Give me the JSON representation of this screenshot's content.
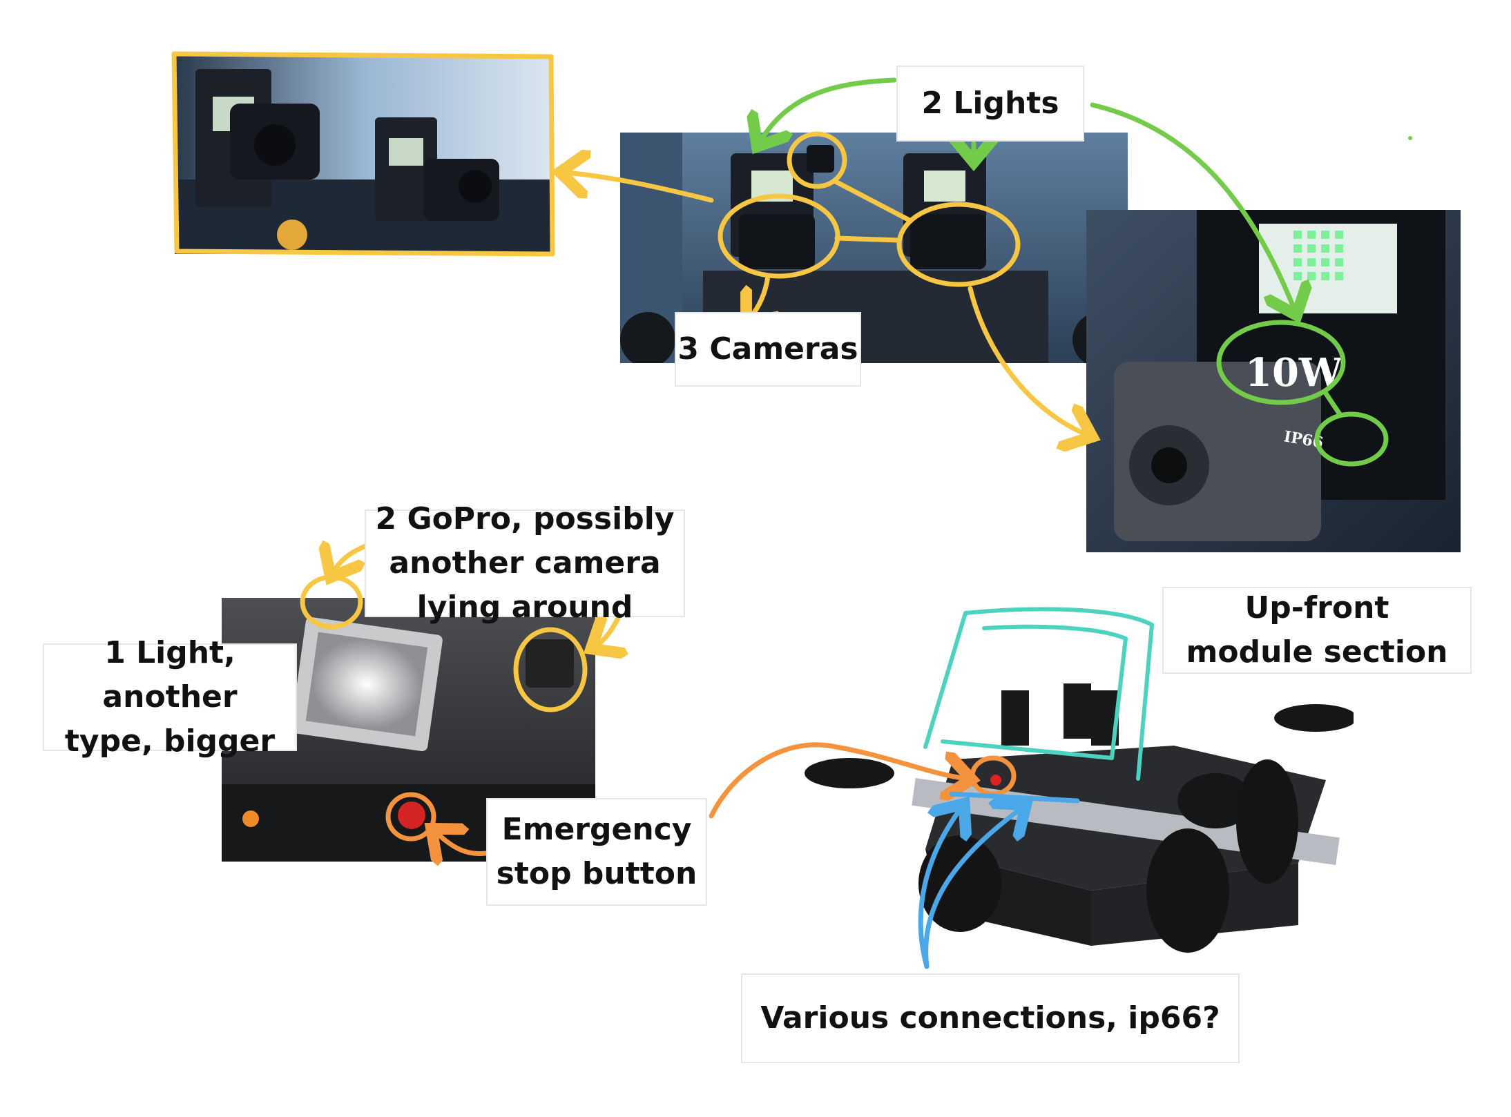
{
  "labels": {
    "lights": "2 Lights",
    "cameras": "3 Cameras",
    "gopro": "2 GoPro, possibly\nanother camera\nlying around",
    "light_bigger": "1 Light, another\ntype, bigger",
    "emergency": "Emergency\nstop button",
    "upfront": "Up-front\nmodule section",
    "connections": "Various connections, ip66?"
  },
  "photo_text": {
    "wattage": "10W",
    "rating": "IP66"
  },
  "colors": {
    "yellow": "#f7c744",
    "green": "#72cc4a",
    "orange": "#f5923e",
    "blue": "#4aa8e8",
    "teal": "#4dd2c0"
  }
}
